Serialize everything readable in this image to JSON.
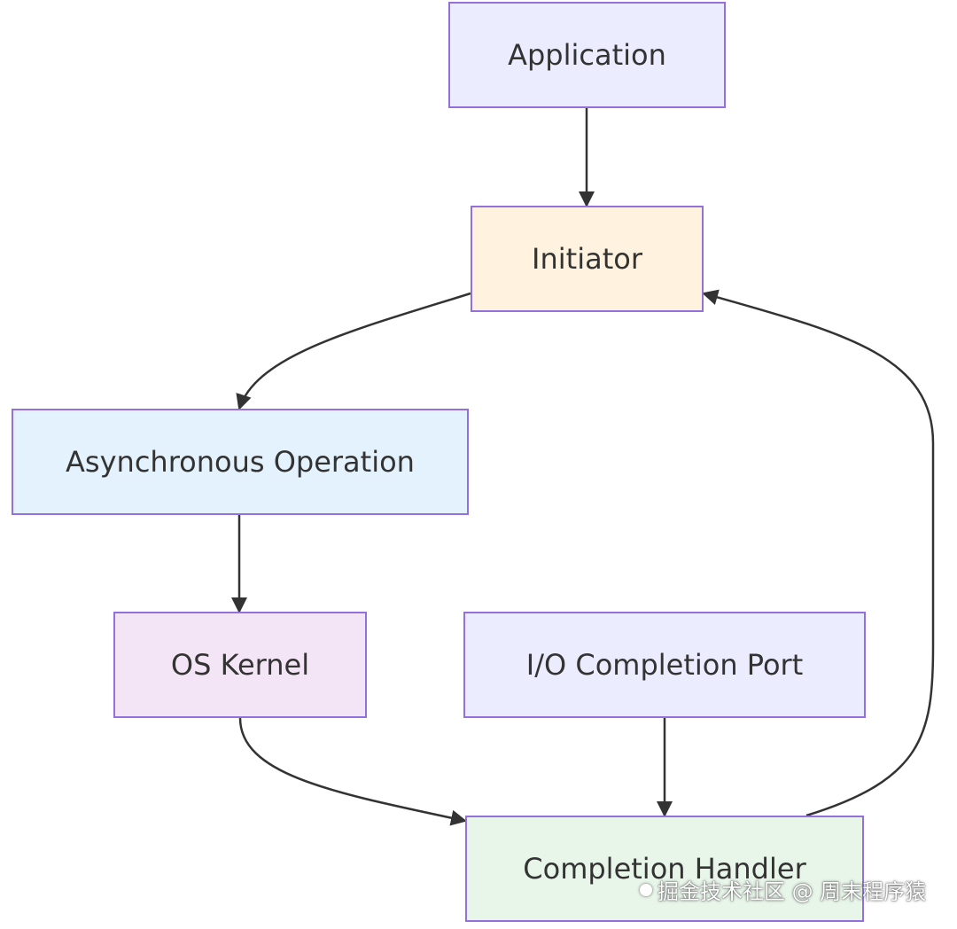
{
  "colors": {
    "border": "#9370DB",
    "text": "#333333",
    "edge": "#333333",
    "application_fill": "#ECECFF",
    "initiator_fill": "#FFF3E0",
    "async_fill": "#E3F2FD",
    "kernel_fill": "#F3E5F5",
    "iocp_fill": "#ECECFF",
    "handler_fill": "#E8F5E9"
  },
  "nodes": {
    "application": "Application",
    "initiator": "Initiator",
    "async_operation": "Asynchronous Operation",
    "os_kernel": "OS Kernel",
    "io_completion_port": "I/O Completion Port",
    "completion_handler": "Completion Handler"
  },
  "edges": [
    {
      "from": "application",
      "to": "initiator"
    },
    {
      "from": "initiator",
      "to": "async_operation"
    },
    {
      "from": "async_operation",
      "to": "os_kernel"
    },
    {
      "from": "os_kernel",
      "to": "completion_handler"
    },
    {
      "from": "io_completion_port",
      "to": "completion_handler"
    },
    {
      "from": "completion_handler",
      "to": "initiator"
    }
  ],
  "watermark": {
    "text": "掘金技术社区 @ 周末程序猿"
  }
}
